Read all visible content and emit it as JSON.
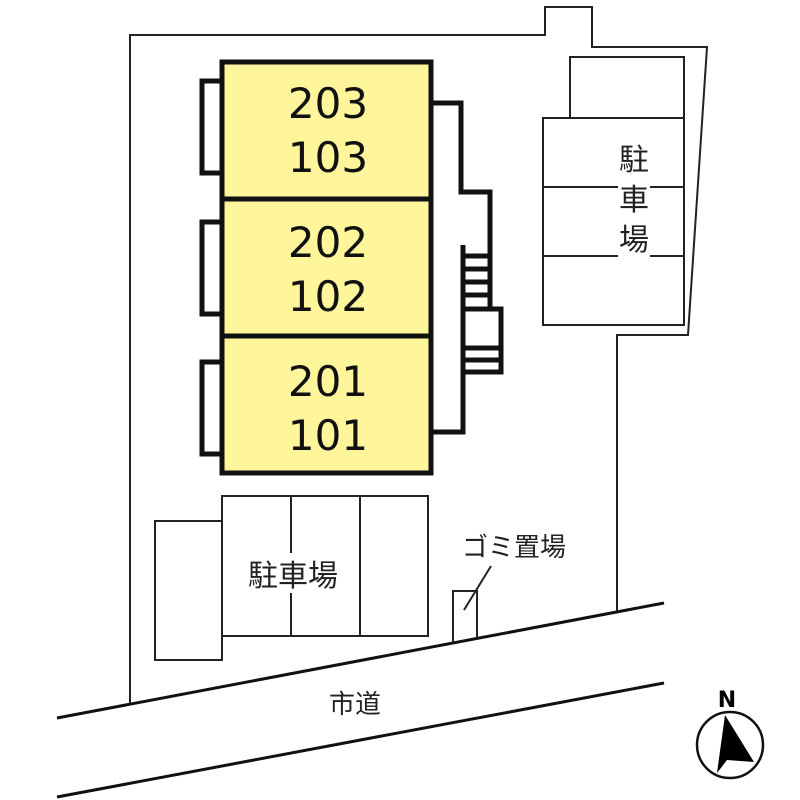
{
  "site_plan": {
    "building": {
      "fill_color": "#FFF59A",
      "units": [
        {
          "upper": "203",
          "lower": "103"
        },
        {
          "upper": "202",
          "lower": "102"
        },
        {
          "upper": "201",
          "lower": "101"
        }
      ]
    },
    "parking_right": {
      "label_chars": [
        "駐",
        "車",
        "場"
      ],
      "spaces": 3
    },
    "parking_bottom": {
      "label": "駐車場",
      "spaces": 3
    },
    "garbage_area": {
      "label": "ゴミ置場"
    },
    "road": {
      "label": "市道"
    },
    "compass": {
      "label": "N",
      "icon": "north-arrow-icon"
    }
  }
}
